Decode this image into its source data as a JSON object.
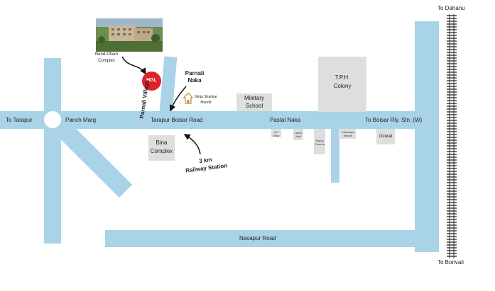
{
  "labels": {
    "to_dahanu": "To Dahanu",
    "to_borivali": "To Borivali",
    "to_tarapur": "To Tarapur",
    "panch_marg": "Panch Marg",
    "tarapur_boisar_road": "Tarapur Boisar Road",
    "pastal_naka": "Pastal Naka",
    "to_boisar_rly": "To Boisar Rly. Stn. (W)",
    "navapur_road": "Navapur Road",
    "tph_colony_line1": "T.P.H.",
    "tph_colony_line2": "Colony",
    "military_line1": "Miletary",
    "military_line2": "School",
    "bina_line1": "Bina",
    "bina_line2": "Complex",
    "parnali_naka_line1": "Parnali",
    "parnali_naka_line2": "Naka",
    "parnali_village": "Parnali Village",
    "nand_dham_line1": "Nand-Dham",
    "nand_dham_line2": "Complex",
    "girija_line1": "Girija Shankar",
    "girija_line2": "Mandir",
    "railway_line1": "3 km",
    "railway_line2": "Railway Station",
    "hgl_marker": "HGL",
    "ostwal": "Ostwal",
    "chitralaya_line1": "Chitralaya",
    "chitralaya_line2": "Market",
    "small_a_line1": "HC",
    "small_a_line2": "Vihar",
    "small_b_line1": "Laxmi",
    "small_b_line2": "Mall",
    "small_c_line1": "Manoj",
    "small_c_line2": "Cinema"
  },
  "colors": {
    "road": "#a9d3e6",
    "block": "#dedede",
    "marker": "#e0202a",
    "rail": "#333333"
  },
  "icons": [
    "temple-icon",
    "building-photo",
    "location-marker-icon",
    "railway-track"
  ]
}
